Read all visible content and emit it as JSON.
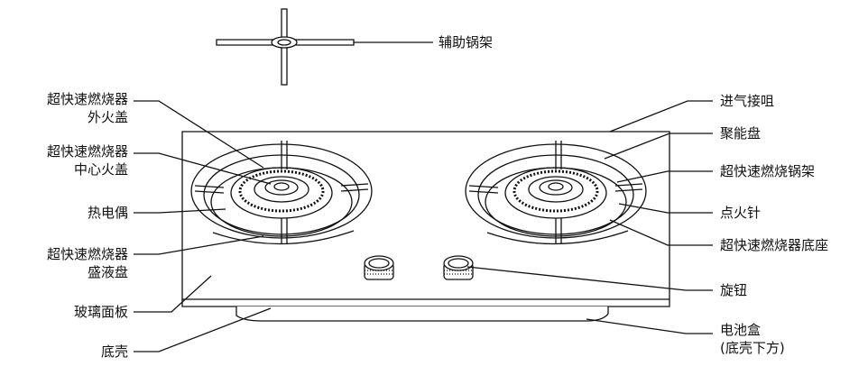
{
  "labels": {
    "aux_rack": "辅助锅架",
    "outer_cover_1": "超快速燃烧器",
    "outer_cover_2": "外火盖",
    "center_cover_1": "超快速燃烧器",
    "center_cover_2": "中心火盖",
    "thermocouple": "热电偶",
    "drip_tray_1": "超快速燃烧器",
    "drip_tray_2": "盛液盘",
    "glass_panel": "玻璃面板",
    "bottom_shell": "底壳",
    "gas_inlet": "进气接咀",
    "energy_ring": "聚能盘",
    "pan_support": "超快速燃烧锅架",
    "igniter": "点火针",
    "burner_base": "超快速燃烧器底座",
    "knob": "旋钮",
    "battery_box_1": "电池盒",
    "battery_box_2": "(底壳下方)"
  }
}
